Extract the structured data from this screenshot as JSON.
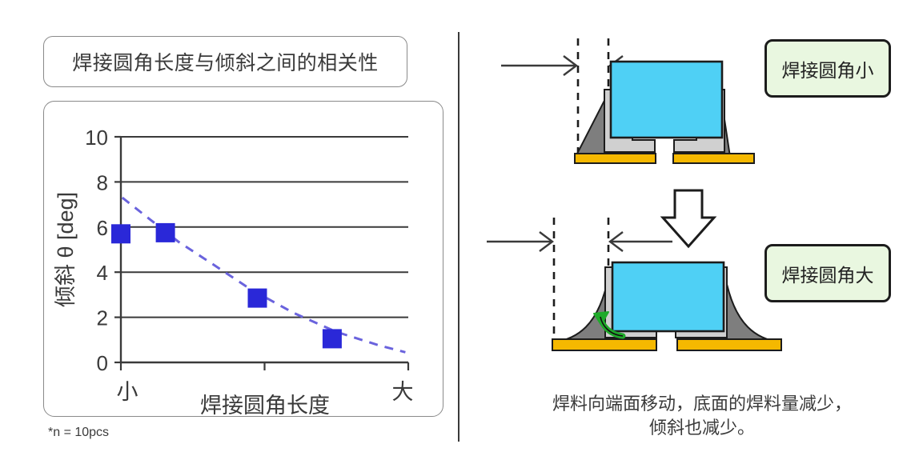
{
  "chart_data": {
    "type": "scatter",
    "title": "焊接圆角长度与倾斜之间的相关性",
    "xlabel": "焊接圆角长度",
    "ylabel": "倾斜 θ [deg]",
    "xtick_labels": [
      "小",
      "大"
    ],
    "ytick_labels": [
      "0",
      "2",
      "4",
      "6",
      "8",
      "10"
    ],
    "ylim": [
      0,
      10
    ],
    "ytick_values": [
      0,
      2,
      4,
      6,
      8,
      10
    ],
    "xlim": [
      0,
      1
    ],
    "grid": "horizontal",
    "legend": "none",
    "marker_color": "#2a28d8",
    "trendline_color": "#6a63dd",
    "trendline_style": "dashed",
    "footnote": "*n = 10pcs",
    "points": [
      {
        "x": 0.0,
        "y": 5.7
      },
      {
        "x": 0.155,
        "y": 5.75
      },
      {
        "x": 0.475,
        "y": 2.85
      },
      {
        "x": 0.735,
        "y": 1.05
      }
    ],
    "trendline": [
      {
        "x": 0.005,
        "y": 7.3
      },
      {
        "x": 0.1,
        "y": 6.35
      },
      {
        "x": 0.2,
        "y": 5.35
      },
      {
        "x": 0.32,
        "y": 4.35
      },
      {
        "x": 0.45,
        "y": 3.25
      },
      {
        "x": 0.6,
        "y": 2.2
      },
      {
        "x": 0.75,
        "y": 1.35
      },
      {
        "x": 0.9,
        "y": 0.75
      },
      {
        "x": 0.99,
        "y": 0.45
      }
    ]
  },
  "left_panel": {
    "title": "焊接圆角长度与倾斜之间的相关性",
    "footnote": "*n = 10pcs"
  },
  "right_panel": {
    "label_small": "焊接圆角小",
    "label_large": "焊接圆角大",
    "caption_line1": "焊料向端面移动，底面的焊料量减少，",
    "caption_line2": "倾斜也减少。"
  },
  "colors": {
    "component_body": "#4fd0f5",
    "solder_fillet": "#7e7e7e",
    "terminal": "#d0d0d0",
    "pad": "#f5b800",
    "label_box_fill": "#e9f7e0",
    "marker_blue": "#2a28d8",
    "trend_blue": "#6a63dd",
    "outline": "#1c1c1c",
    "move_arrow_green": "#1faa2a"
  }
}
